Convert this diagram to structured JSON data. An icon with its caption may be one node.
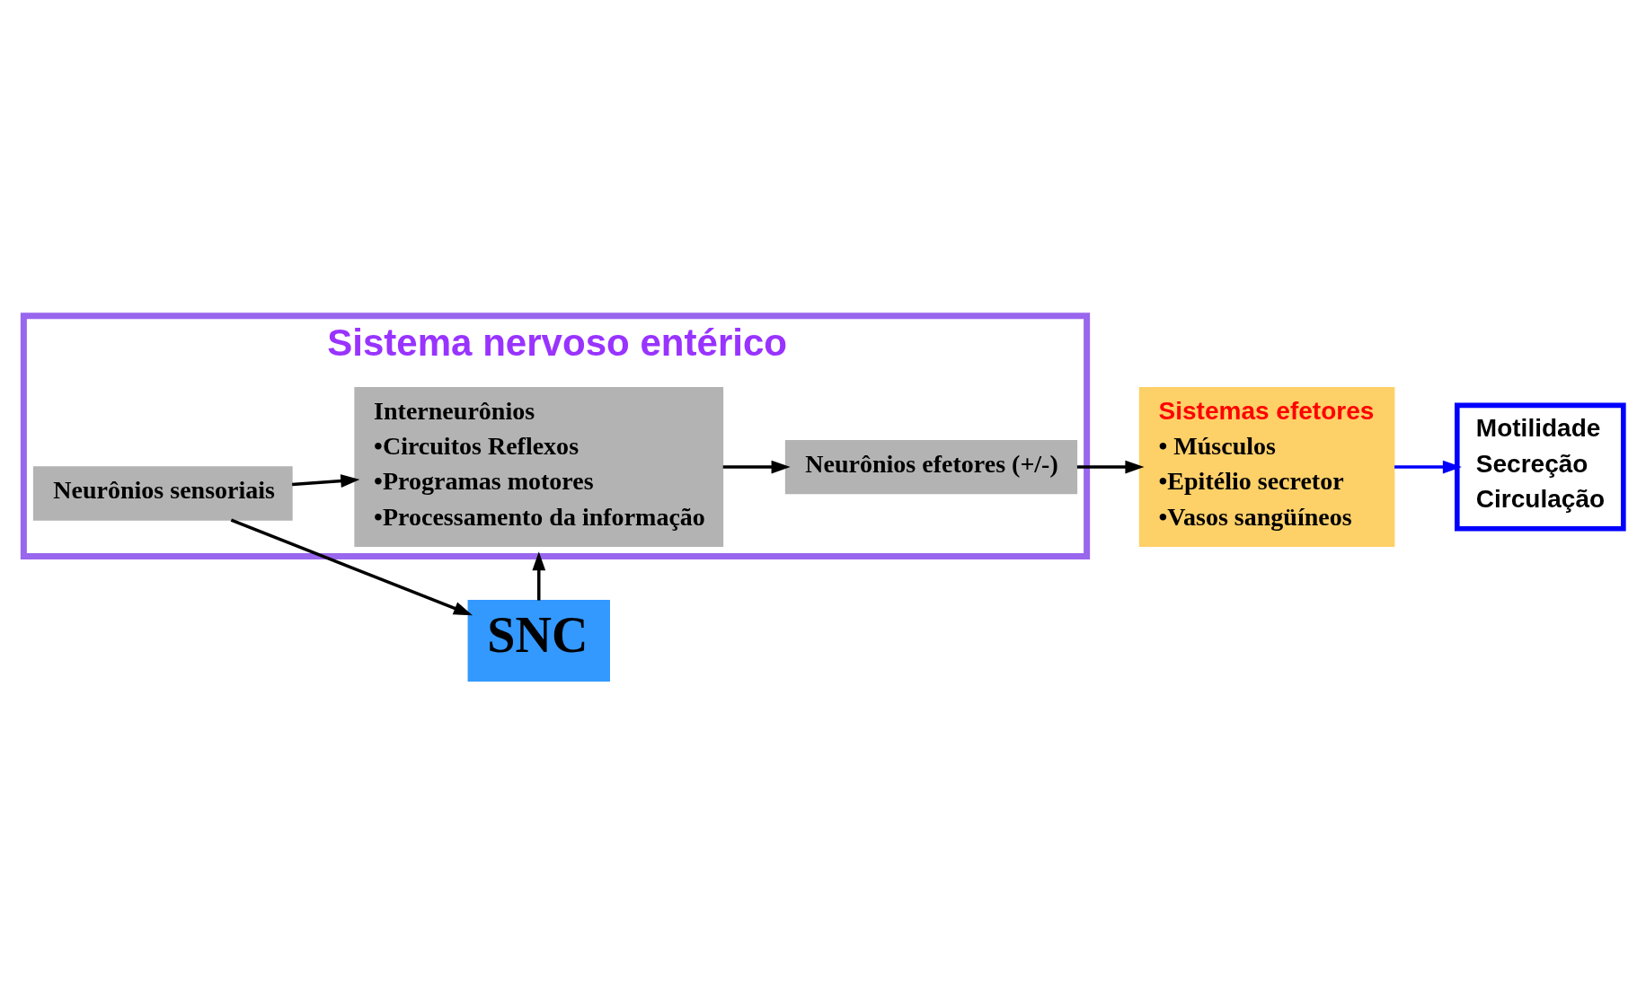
{
  "diagram": {
    "nodes": [
      {
        "text": [
          "SNC"
        ]
      },
      {
        "text": [
          "Sistema nervoso entérico"
        ]
      },
      {
        "text": [
          "Neurônios sensoriais"
        ],
        "in": 1
      },
      {
        "text": [
          "Interneurônios",
          "•Circuitos Reflexos",
          "•Programas motores",
          "•Processamento da informação"
        ],
        "in": 1
      },
      {
        "text": [
          "Neurônios efetores (+/-)"
        ],
        "in": 1
      },
      {
        "text": [
          "Sistemas efetores",
          "• Músculos",
          "•Epitélio secretor",
          "•Vasos sangüíneos"
        ]
      },
      {
        "text": [
          "Motilidade",
          "Secreção",
          "Circulação"
        ]
      }
    ],
    "edges": [
      {
        "from": 2,
        "to": 0,
        "arrow": "to"
      },
      {
        "from": 0,
        "to": 1,
        "arrow": "to"
      },
      {
        "from": 2,
        "to": 3,
        "arrow": "to"
      },
      {
        "from": 3,
        "to": 4,
        "arrow": "to"
      },
      {
        "from": 4,
        "to": 5,
        "arrow": "to"
      },
      {
        "from": 5,
        "to": 6,
        "arrow": "to",
        "color": "#0000ff"
      }
    ]
  }
}
